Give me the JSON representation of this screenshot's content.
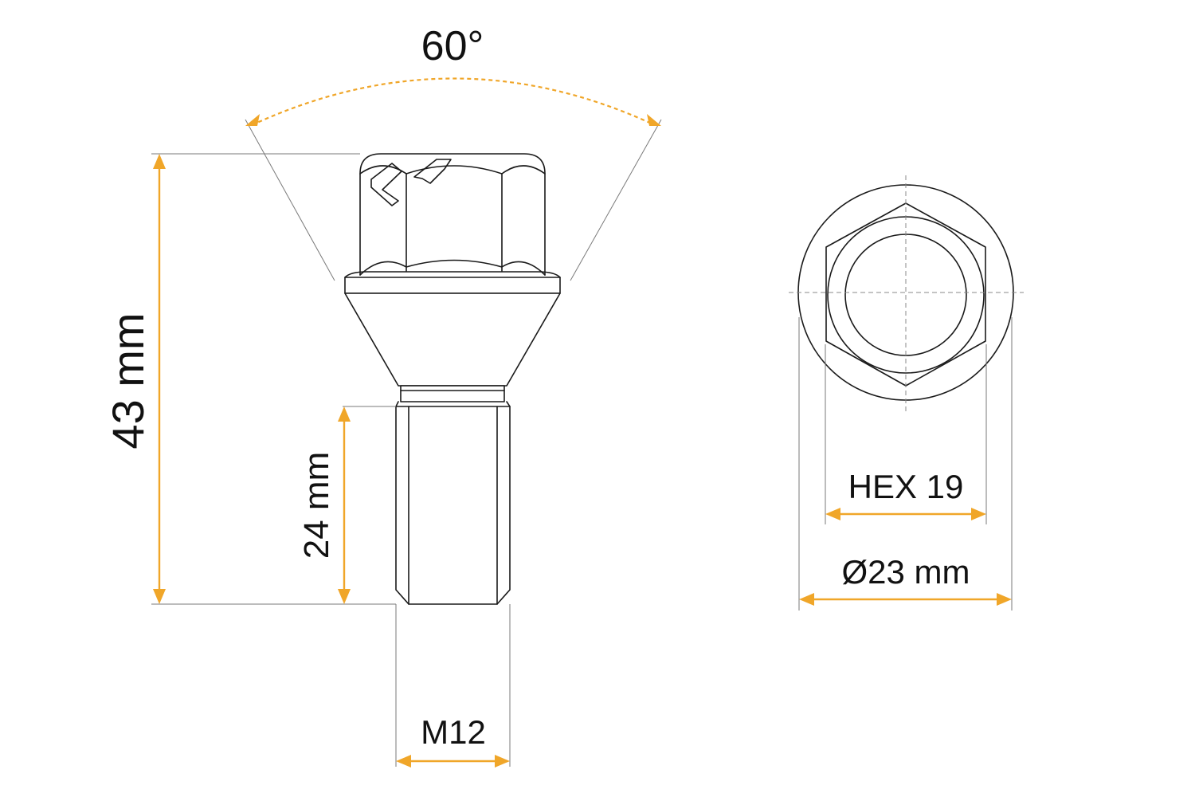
{
  "colors": {
    "dimension": "#f0a629",
    "outline": "#1a1a1a"
  },
  "labels": {
    "angle": "60°",
    "total_length": "43 mm",
    "thread_length": "24 mm",
    "thread_size": "M12",
    "hex_size": "HEX 19",
    "diameter": "Ø23 mm"
  }
}
